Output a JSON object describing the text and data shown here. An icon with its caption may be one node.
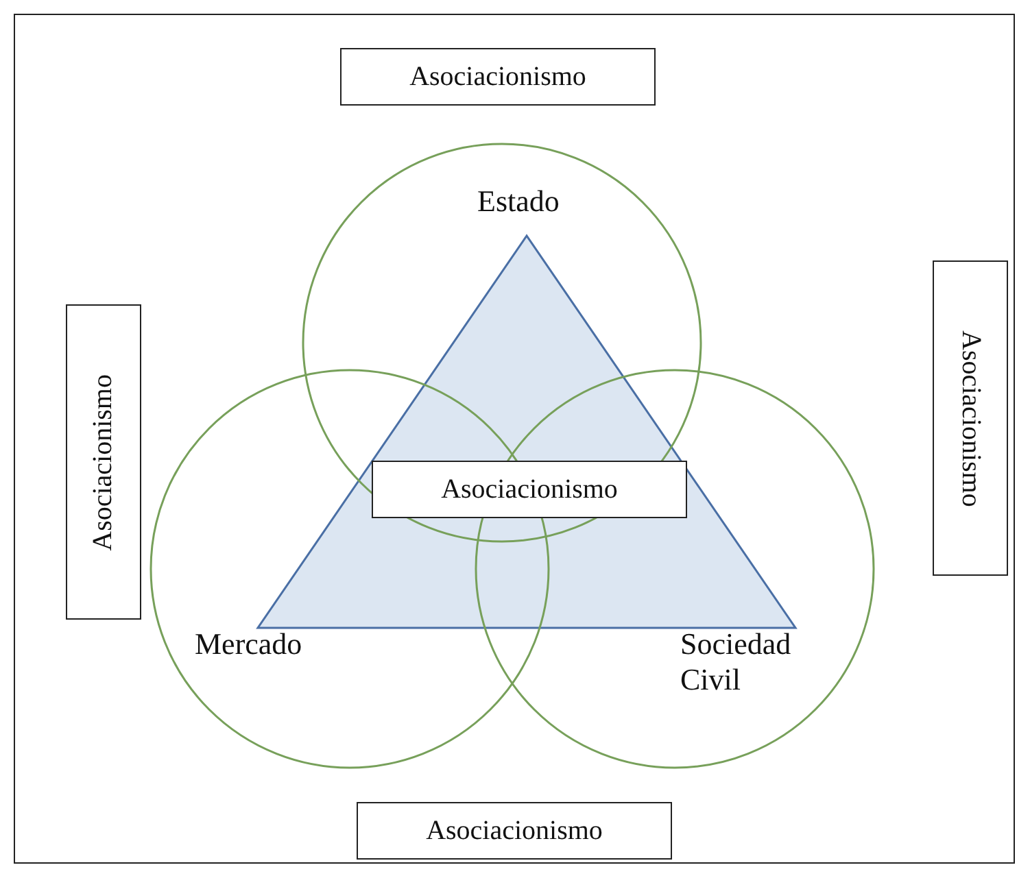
{
  "diagram": {
    "nodes": [
      {
        "text": [
          "Estado"
        ]
      },
      {
        "text": [
          "Mercado"
        ]
      },
      {
        "text": [
          "Sociedad Civil"
        ]
      },
      {
        "text": [],
        "shape": "triangle"
      },
      {
        "text": [
          "Asociacionismo"
        ]
      },
      {
        "text": [
          "Asociacionismo"
        ]
      },
      {
        "text": [
          "Asociacionismo"
        ]
      },
      {
        "text": [
          "Asociacionismo"
        ]
      },
      {
        "text": [
          "Asociacionismo"
        ]
      }
    ]
  }
}
